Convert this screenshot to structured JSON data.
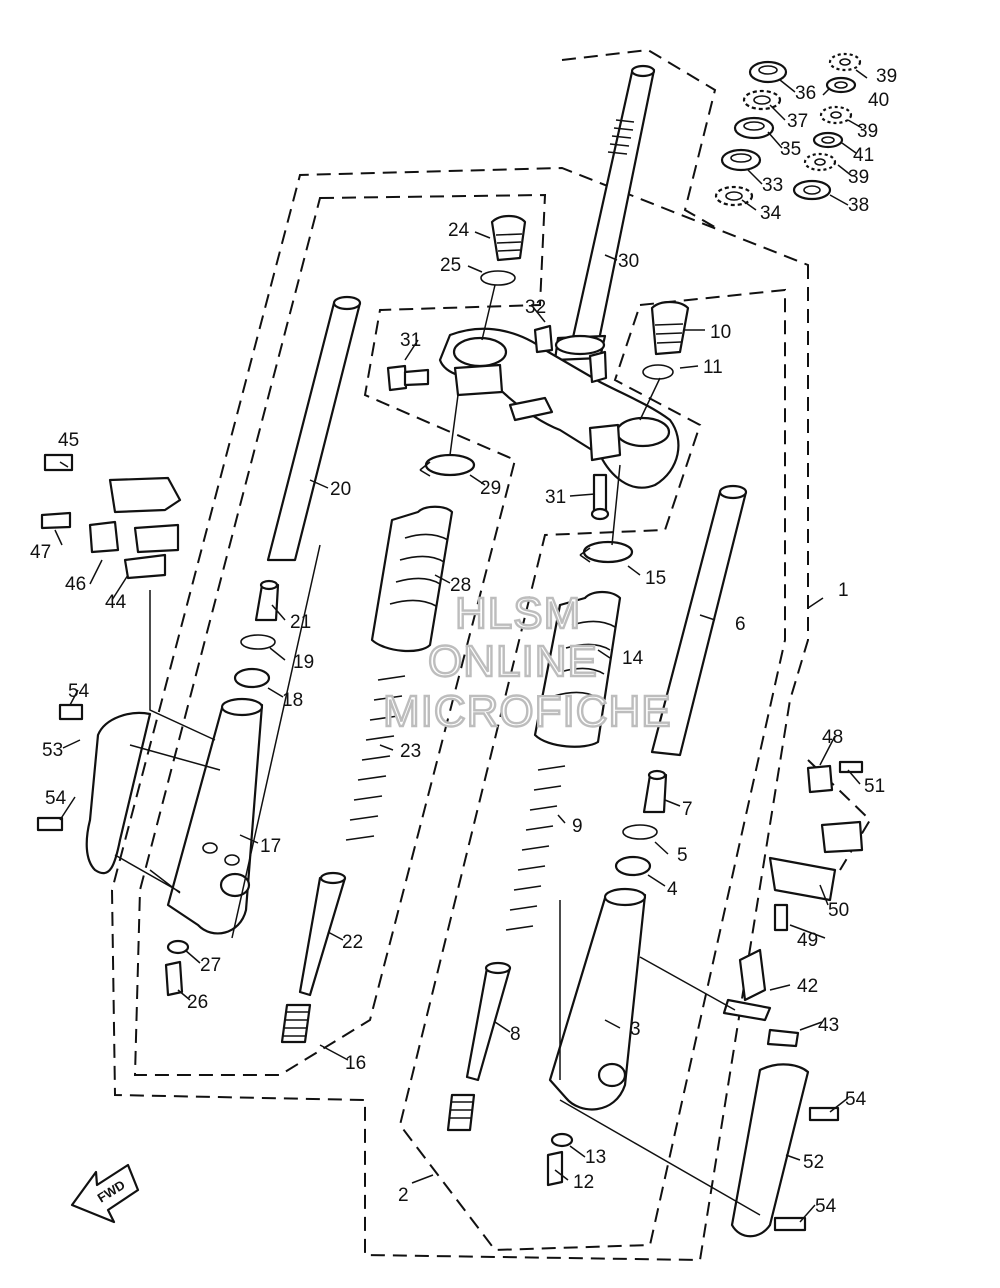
{
  "diagram": {
    "callouts": [
      "1",
      "2",
      "3",
      "4",
      "5",
      "6",
      "7",
      "8",
      "9",
      "10",
      "11",
      "12",
      "13",
      "14",
      "15",
      "16",
      "17",
      "18",
      "19",
      "20",
      "21",
      "22",
      "23",
      "24",
      "25",
      "26",
      "27",
      "28",
      "29",
      "30",
      "31",
      "31",
      "32",
      "33",
      "34",
      "35",
      "36",
      "37",
      "38",
      "39",
      "39",
      "39",
      "40",
      "41",
      "42",
      "43",
      "44",
      "45",
      "46",
      "47",
      "48",
      "49",
      "50",
      "51",
      "52",
      "53",
      "54",
      "54",
      "54",
      "54"
    ],
    "watermark": {
      "line1": "HLSM",
      "line2": "ONLINE",
      "line3": "MICROFICHE"
    },
    "direction_label": "FWD"
  }
}
